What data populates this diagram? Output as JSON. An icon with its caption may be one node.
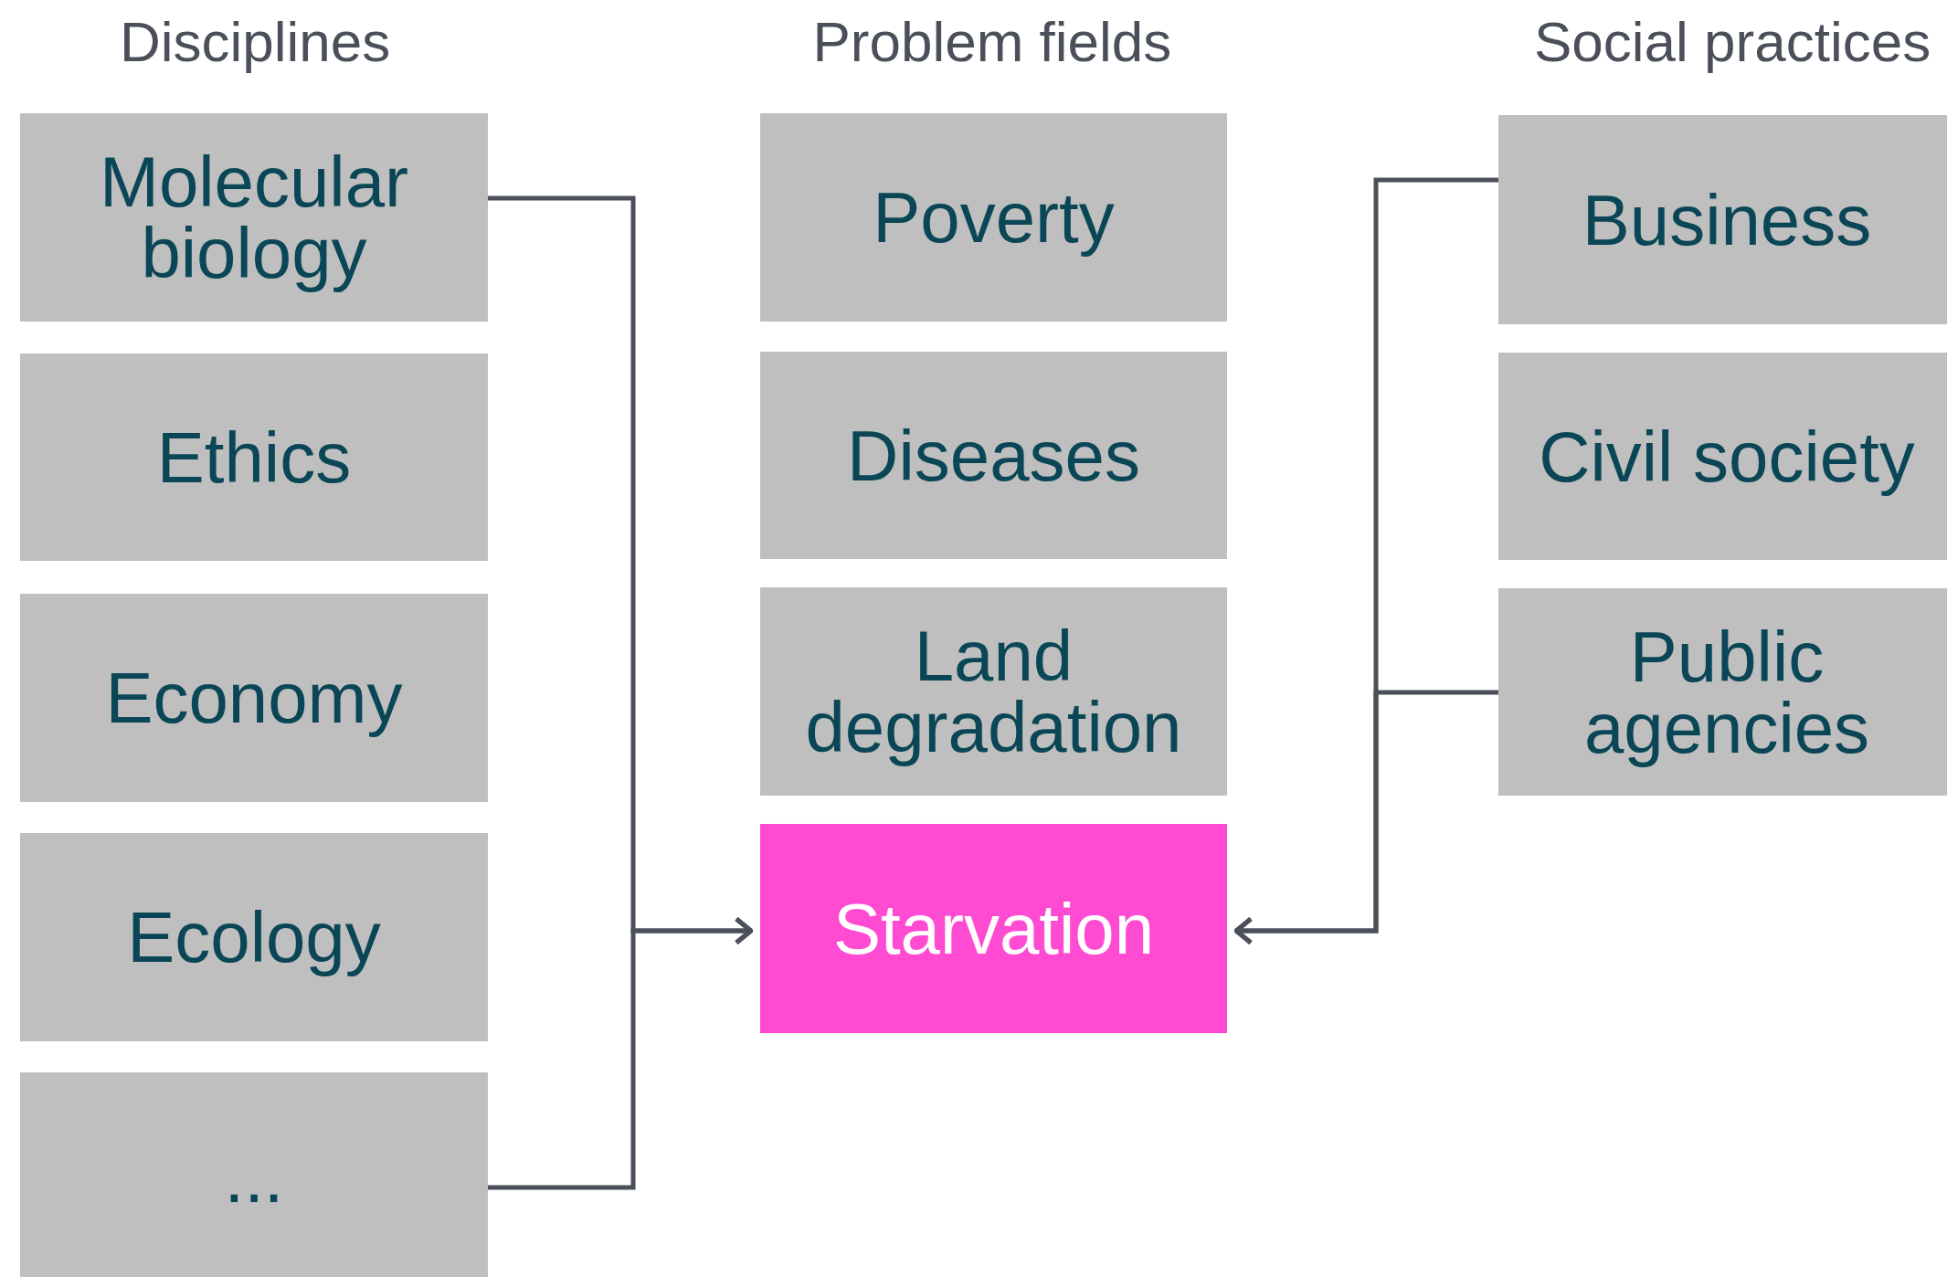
{
  "diagram": {
    "nodes": [
      {
        "text": [
          "Molecular biology"
        ]
      },
      {
        "text": [
          "Ethics"
        ]
      },
      {
        "text": [
          "Economy"
        ]
      },
      {
        "text": [
          "Ecology"
        ]
      },
      {
        "text": [
          "..."
        ]
      },
      {
        "text": [
          "Poverty"
        ]
      },
      {
        "text": [
          "Diseases"
        ]
      },
      {
        "text": [
          "Land degradation"
        ]
      },
      {
        "text": [
          "Starvation"
        ]
      },
      {
        "text": [
          "Business"
        ]
      },
      {
        "text": [
          "Civil society"
        ]
      },
      {
        "text": [
          "Public agencies"
        ]
      }
    ],
    "edges": [
      {
        "from": 0,
        "to": 8,
        "arrow": "to"
      },
      {
        "from": 4,
        "to": 8,
        "arrow": "to"
      },
      {
        "from": 9,
        "to": 8,
        "arrow": "to"
      },
      {
        "from": 11,
        "to": 8,
        "arrow": "to"
      }
    ],
    "labels": [
      "Disciplines",
      "Problem fields",
      "Social practices"
    ]
  }
}
